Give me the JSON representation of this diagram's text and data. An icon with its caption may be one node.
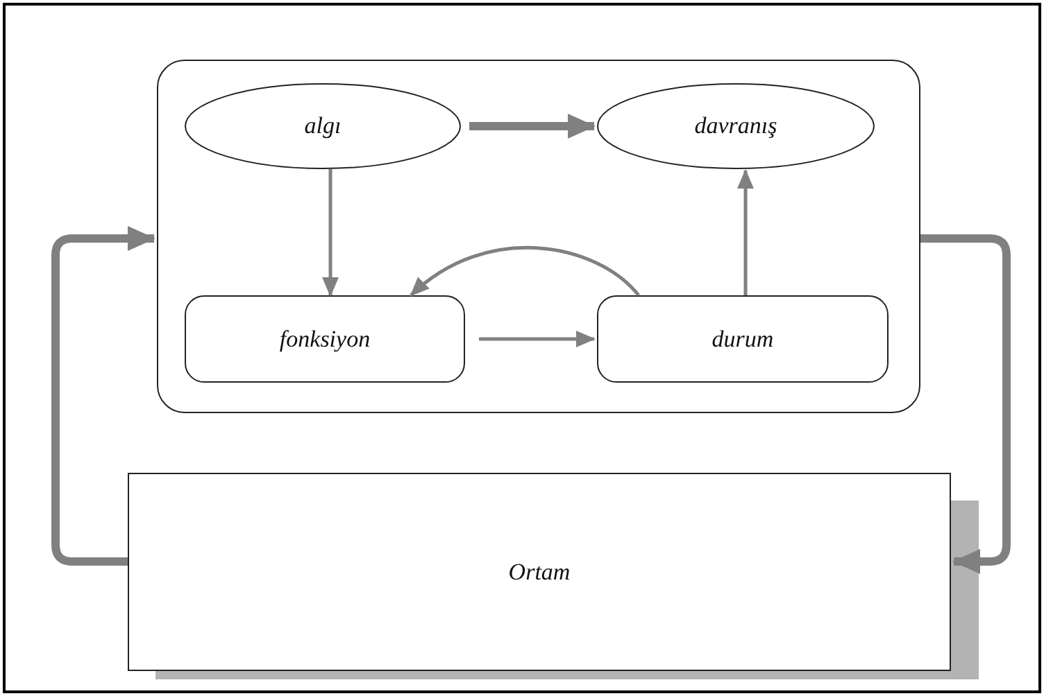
{
  "diagram": {
    "nodes": [
      {
        "text": [],
        "shape": "box"
      },
      {
        "text": [
          "algı"
        ],
        "in": 0
      },
      {
        "text": [
          "davranış"
        ],
        "in": 0
      },
      {
        "text": [
          "fonksiyon"
        ],
        "in": 0
      },
      {
        "text": [
          "durum"
        ],
        "in": 0
      },
      {
        "text": [
          "Ortam"
        ]
      }
    ],
    "edges": [
      {
        "from": 1,
        "to": 2,
        "arrow": "to",
        "style": "thick"
      },
      {
        "from": 1,
        "to": 3,
        "arrow": "to"
      },
      {
        "from": 3,
        "to": 4,
        "arrow": "to"
      },
      {
        "from": 4,
        "to": 2,
        "arrow": "to"
      },
      {
        "from": 4,
        "to": 3,
        "arrow": "to"
      },
      {
        "from": 5,
        "to": 0,
        "arrow": "to",
        "style": "thick"
      },
      {
        "from": 0,
        "to": 5,
        "arrow": "to",
        "style": "thick"
      }
    ]
  }
}
